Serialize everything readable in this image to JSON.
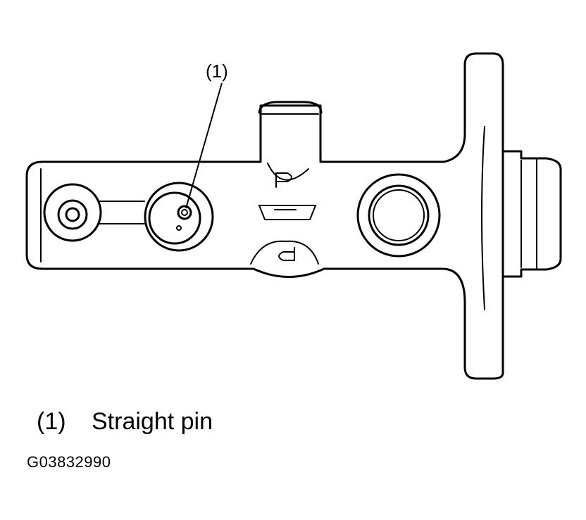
{
  "callout": {
    "number": "(1)"
  },
  "legend": [
    {
      "number": "(1)",
      "label": "Straight pin"
    }
  ],
  "figure_id": "G03832990"
}
